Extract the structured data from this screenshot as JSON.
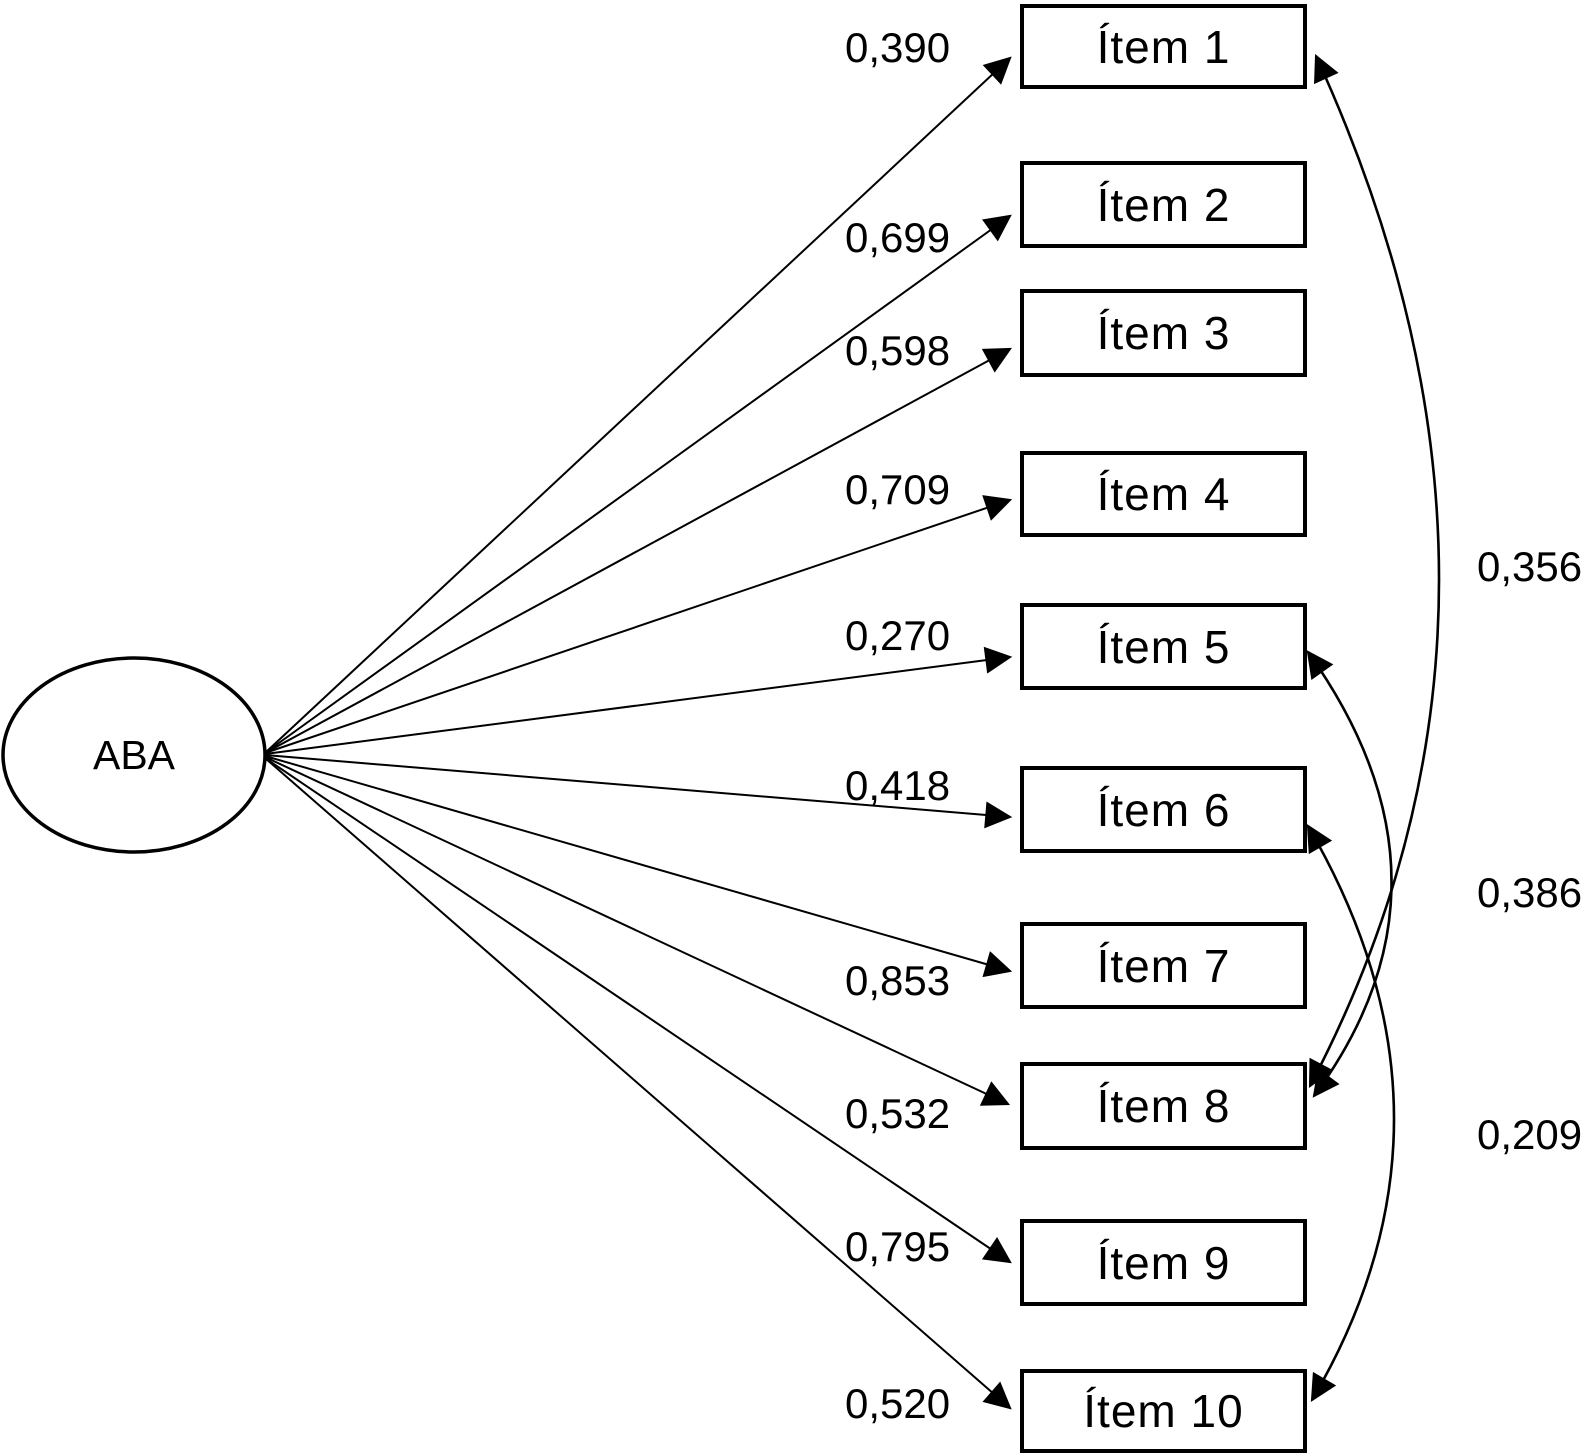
{
  "diagram": {
    "factor": {
      "label": "ABA"
    },
    "items": [
      {
        "label": "Ítem 1",
        "loading": "0,390"
      },
      {
        "label": "Ítem 2",
        "loading": "0,699"
      },
      {
        "label": "Ítem 3",
        "loading": "0,598"
      },
      {
        "label": "Ítem 4",
        "loading": "0,709"
      },
      {
        "label": "Ítem 5",
        "loading": "0,270"
      },
      {
        "label": "Ítem 6",
        "loading": "0,418"
      },
      {
        "label": "Ítem 7",
        "loading": "0,853"
      },
      {
        "label": "Ítem 8",
        "loading": "0,532"
      },
      {
        "label": "Ítem 9",
        "loading": "0,795"
      },
      {
        "label": "Ítem 10",
        "loading": "0,520"
      }
    ],
    "covariances": [
      {
        "from": "Ítem 1",
        "to": "Ítem 8",
        "value": "0,356"
      },
      {
        "from": "Ítem 5",
        "to": "Ítem 8",
        "value": "0,386"
      },
      {
        "from": "Ítem 6",
        "to": "Ítem 10",
        "value": "0,209"
      }
    ],
    "colors": {
      "ink": "#000000",
      "background": "#ffffff"
    }
  }
}
